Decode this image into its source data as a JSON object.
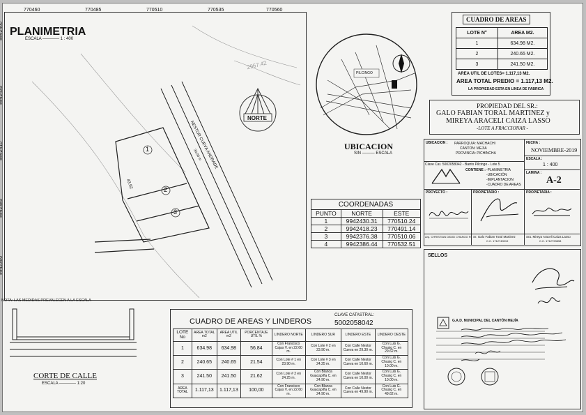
{
  "plan": {
    "title": "PLANIMETRIA",
    "scale": "ESCALA ———— 1 : 400",
    "top_coords": [
      "770460",
      "770485",
      "770510",
      "770535",
      "770560"
    ],
    "left_coords": [
      "9942460",
      "9942435",
      "9942410",
      "9942385",
      "9942360"
    ],
    "street_name": "NESTOR CUEVA ANDRADE",
    "street_width": "30,00 m",
    "lot_numbers": [
      "1",
      "2",
      "3"
    ],
    "contour_label": "2967.42",
    "dim_label": "43.92",
    "north_label": "NORTE",
    "note": "NOTA: LAS MEDIDAS PREVALECEN A LA ESCALA"
  },
  "location": {
    "title": "UBICACION",
    "scale": "SIN ——— ESCALA",
    "place": "PILCINGO"
  },
  "coordinates": {
    "title": "COORDENADAS",
    "headers": [
      "PUNTO",
      "NORTE",
      "ESTE"
    ],
    "rows": [
      [
        "1",
        "9942430.31",
        "770510.24"
      ],
      [
        "2",
        "9942418.23",
        "770491.14"
      ],
      [
        "3",
        "9942376.38",
        "770510.06"
      ],
      [
        "4",
        "9942386.44",
        "770532.51"
      ]
    ]
  },
  "areas_table": {
    "title": "CUADRO DE AREAS",
    "headers": [
      "LOTE N°",
      "AREA M2."
    ],
    "rows": [
      [
        "1",
        "634.98 M2."
      ],
      [
        "2",
        "240.65 M2."
      ],
      [
        "3",
        "241.50 M2."
      ]
    ],
    "util": "AREA UTIL DE LOTES= 1.117,13 M2.",
    "total": "AREA TOTAL PREDIO = 1.117,13 M2.",
    "note": "LA PROPIEDAD ESTA EN LINEA DE FABRICA"
  },
  "property": {
    "line1": "PROPIEDAD DEL SR.:",
    "line2": "GALO FABIAN TORAL MARTINEZ y",
    "line3": "MIREYA ARACELI CAIZA LASSO",
    "line4": "-LOTE A FRACCIONAR -"
  },
  "titleblock": {
    "ubic_label": "UBICACION :",
    "parish": "PARROQUIA: MACHACHI",
    "canton": "CANTON: MEJIA",
    "province": "PROVINCIA: PICHINCHA",
    "cadastral_line": "Clave Cat. 5002058042 - Barrio Pilcingo - Lote 5",
    "fecha_label": "FECHA :",
    "fecha": "NOVIEMBRE-2019",
    "escala_label": "ESCALA :",
    "escala": "1 : 400",
    "contiene_label": "CONTIENE :",
    "contents": [
      "-PLANIMETRIA",
      "-UBICACIÓN",
      "-IMPLANTACION",
      "-CUADRO DE AREAS"
    ],
    "lamina_label": "LAMINA :",
    "lamina": "A-2",
    "proyecto_label": "PROYECTO :",
    "propietario_label": "PROPIETARIO :",
    "propietaria_label": "PROPIETARIA :",
    "sig1_caption": "Arq. CHRISTIAN DAVID CHANGO R.",
    "sig2_caption": "Sr. Galo Fabian Toral Martinez",
    "sig2_cc": "C.C. 1712749019",
    "sig3_caption": "Sra. Mireya Araceli Caiza Lasso",
    "sig3_cc": "C.C. 1712799898",
    "sellos": "SELLOS",
    "stamp_title": "G.A.D. MUNICIPAL DEL CANTÓN MEJÍA"
  },
  "lindero": {
    "title": "CUADRO DE AREAS Y LINDEROS",
    "clave_label": "CLAVE CATASTRAL:",
    "clave": "5002058042",
    "headers": [
      "LOTE No",
      "AREA TOTAL m2",
      "AREA UTIL m2",
      "PORCENTAJE UTIL %",
      "LINDERO NORTE",
      "LINDERO SUR",
      "LINDERO ESTE",
      "LINDERO OESTE"
    ],
    "rows": [
      [
        "1",
        "634.98",
        "634.98",
        "56.84",
        "Con Francisco Cajas V. en 22.60 m.",
        "Con Lote # 2 en 23.90 m.",
        "Con Calle Nestor Cueva en 29.30 m.",
        "Con Luis G. Chusig C. en 29.62 m."
      ],
      [
        "2",
        "240.65",
        "240.65",
        "21.54",
        "Con Lote # 1 en 23.90 m.",
        "Con Lote # 3 en 24.25 m.",
        "Con Calle Nestor Cueva en 10.60 m.",
        "Con Luis G. Chusig C. en 10.00 m."
      ],
      [
        "3",
        "241.50",
        "241.50",
        "21.62",
        "Con Lote # 2 en 24.25 m.",
        "Con Blanca Guacapiña C. en 24.90 m.",
        "Con Calle Nestor Cueva en 10.00 m.",
        "Con Luis G. Chusig C. en 10.00 m."
      ],
      [
        "AREA TOTAL",
        "1.117,13",
        "1.117,13",
        "100,00",
        "Con Francisco Cajas V. en 22.60 m.",
        "Con Blanca Guacapiña C. en 24.90 m.",
        "Con Calle Nestor Cueva en 49.90 m.",
        "Con Luis G. Chusig C. en 49.62 m."
      ]
    ]
  },
  "section": {
    "title": "CORTE DE CALLE",
    "scale": "ESCALA ———— 1:20"
  },
  "colors": {
    "paper": "#f4f4f2",
    "ink": "#111111",
    "background": "#bfbfbf"
  }
}
